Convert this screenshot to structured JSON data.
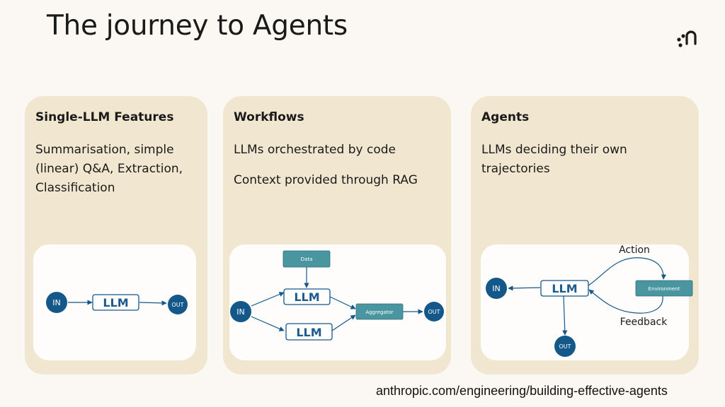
{
  "slide": {
    "title": "The journey to Agents",
    "footer": "anthropic.com/engineering/building-effective-agents"
  },
  "colors": {
    "background": "#FBF8F3",
    "card": "#F1E7D0",
    "node_dark_blue": "#14588A",
    "box_teal": "#4A96A0",
    "llm_text": "#1F5A8C"
  },
  "cards": [
    {
      "title": "Single-LLM Features",
      "lines": [
        "Summarisation, simple (linear) Q&A, Extraction, Classification"
      ],
      "diagram": {
        "in": "IN",
        "llm": "LLM",
        "out": "OUT"
      }
    },
    {
      "title": "Workflows",
      "lines": [
        "LLMs orchestrated by code",
        "Context provided through RAG"
      ],
      "diagram": {
        "in": "IN",
        "data": "Data",
        "llm_top": "LLM",
        "llm_bottom": "LLM",
        "aggregator": "Aggregator",
        "out": "OUT"
      }
    },
    {
      "title": "Agents",
      "lines": [
        "LLMs deciding their own trajectories"
      ],
      "diagram": {
        "in": "IN",
        "llm": "LLM",
        "environment": "Environment",
        "action": "Action",
        "feedback": "Feedback",
        "out": "OUT"
      }
    }
  ]
}
